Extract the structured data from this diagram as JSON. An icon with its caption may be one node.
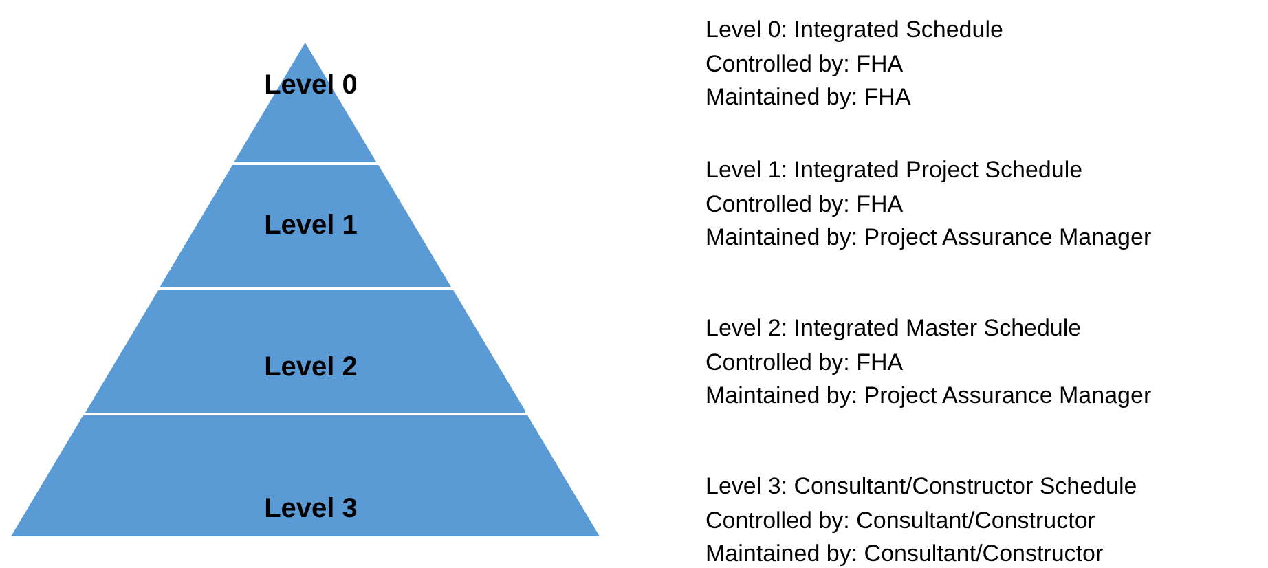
{
  "diagram": {
    "nodes": [
      {
        "text": [
          "Level 0"
        ],
        "beside": [
          "Level 0: Integrated Schedule",
          "Controlled by: FHA",
          "Maintained by: FHA"
        ]
      },
      {
        "text": [
          "Level 1"
        ],
        "beside": [
          "Level 1: Integrated Project Schedule",
          "Controlled by: FHA",
          "Maintained by: Project Assurance Manager"
        ]
      },
      {
        "text": [
          "Level 2"
        ],
        "beside": [
          "Level 2: Integrated Master Schedule",
          "Controlled by: FHA",
          "Maintained by: Project Assurance Manager"
        ]
      },
      {
        "text": [
          "Level 3"
        ],
        "beside": [
          "Level 3: Consultant/Constructor Schedule",
          "Controlled by: Consultant/Constructor",
          "Maintained by: Consultant/Constructor"
        ]
      }
    ]
  }
}
